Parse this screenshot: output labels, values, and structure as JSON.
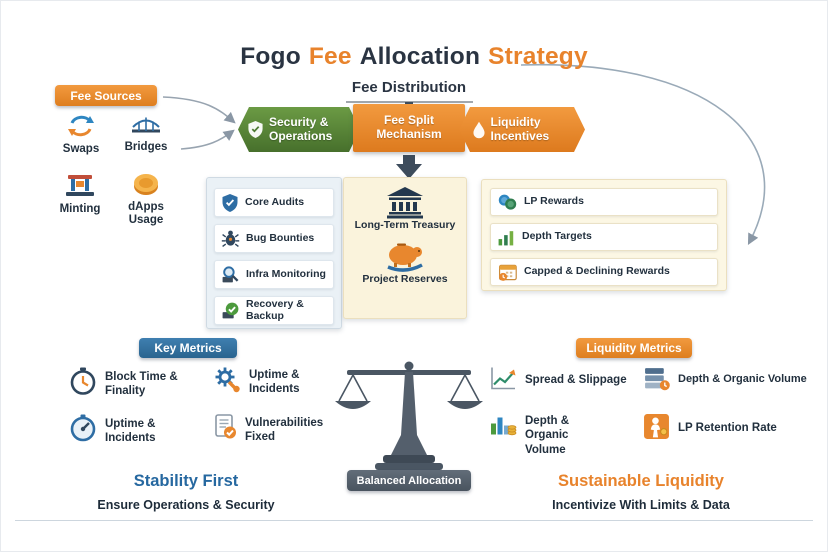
{
  "title": {
    "segments": [
      {
        "text": "Fogo",
        "color": "#2A3442"
      },
      {
        "text": "Fee",
        "color": "#E8832C"
      },
      {
        "text": "Allocation",
        "color": "#2A3442"
      },
      {
        "text": "Strategy",
        "color": "#E8832C"
      }
    ]
  },
  "fee_distribution": {
    "label": "Fee Distribution"
  },
  "fee_sources": {
    "label": "Fee Sources",
    "items": [
      {
        "label": "Swaps",
        "icon": "swap-arrows-icon"
      },
      {
        "label": "Bridges",
        "icon": "bridge-icon"
      },
      {
        "label": "Minting",
        "icon": "minting-press-icon"
      },
      {
        "label": "dApps Usage",
        "icon": "coin-icon"
      }
    ]
  },
  "pipeline": {
    "stages": [
      {
        "label": "Security & Operations",
        "icon": "shield-check-icon"
      },
      {
        "label": "Fee Split Mechanism",
        "icon": ""
      },
      {
        "label": "Liquidity Incentives",
        "icon": "droplet-icon"
      }
    ]
  },
  "panels": {
    "security_operations": {
      "items": [
        {
          "label": "Core Audits",
          "icon": "shield-icon"
        },
        {
          "label": "Bug Bounties",
          "icon": "bug-icon"
        },
        {
          "label": "Infra Monitoring",
          "icon": "magnifier-icon"
        },
        {
          "label": "Recovery & Backup",
          "icon": "check-circle-icon"
        }
      ]
    },
    "fee_split": {
      "items": [
        {
          "label": "Long-Term Treasury",
          "icon": "bank-icon"
        },
        {
          "label": "Project Reserves",
          "icon": "piggy-bank-icon"
        }
      ]
    },
    "liquidity": {
      "items": [
        {
          "label": "LP Rewards",
          "icon": "coins-icon"
        },
        {
          "label": "Depth Targets",
          "icon": "bar-chart-icon"
        },
        {
          "label": "Capped & Declining Rewards",
          "icon": "calendar-clock-icon"
        }
      ]
    }
  },
  "metrics": {
    "key": {
      "label": "Key Metrics",
      "items": [
        {
          "label": "Block Time & Finality",
          "icon": "clock-icon"
        },
        {
          "label": "Uptime & Incidents",
          "icon": "gear-wrench-icon"
        },
        {
          "label": "Uptime & Incidents",
          "icon": "gauge-icon"
        },
        {
          "label": "Vulnerabilities Fixed",
          "icon": "document-check-icon"
        }
      ]
    },
    "liquidity": {
      "label": "Liquidity Metrics",
      "items": [
        {
          "label": "Spread & Slippage",
          "icon": "line-chart-icon"
        },
        {
          "label": "Depth & Organic Volume",
          "icon": "stacked-docs-icon"
        },
        {
          "label": "Depth & Organic Volume",
          "icon": "bars-coins-icon"
        },
        {
          "label": "LP Retention Rate",
          "icon": "person-icon"
        }
      ]
    }
  },
  "balance": {
    "label": "Balanced Allocation"
  },
  "footers": {
    "left": {
      "heading": "Stability First",
      "subtext": "Ensure Operations & Security"
    },
    "right": {
      "heading": "Sustainable Liquidity",
      "subtext": "Incentivize With Limits & Data"
    }
  },
  "colors": {
    "orange": "#E8832C",
    "dark_navy": "#2A3442",
    "green_banner": "#4E7B33",
    "blue_badge": "#2F6D9B",
    "panel_blue": "#EAF1F6",
    "panel_cream": "#FAF3DC",
    "scale_slate": "#4A5663"
  }
}
